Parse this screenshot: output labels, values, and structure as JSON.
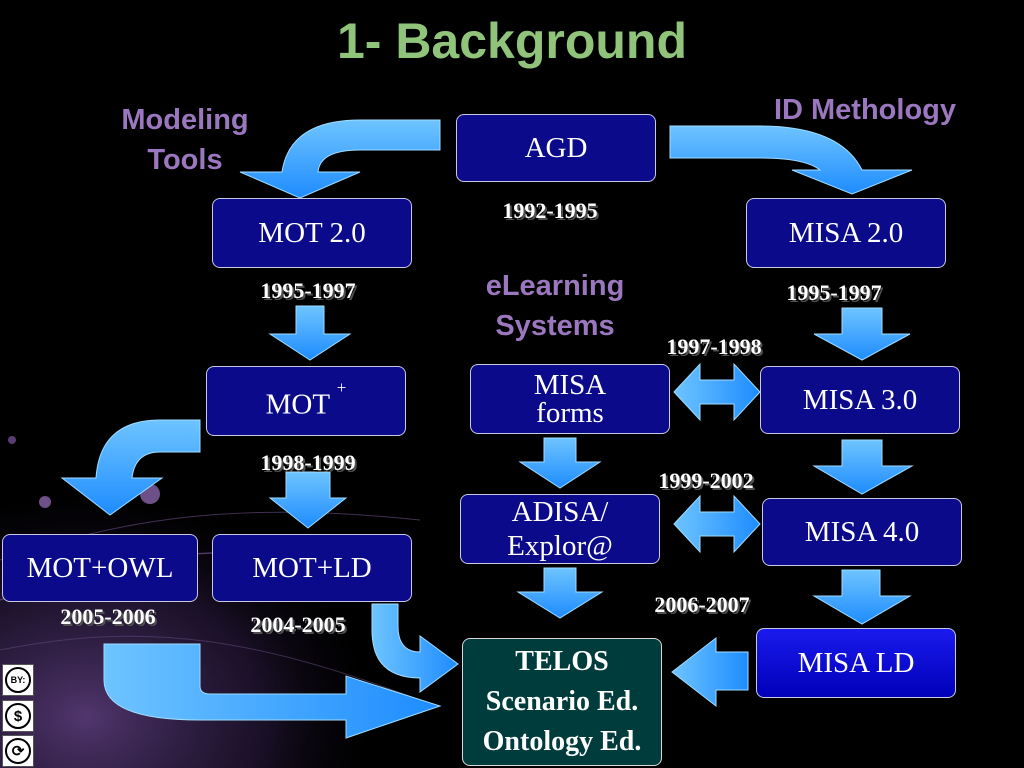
{
  "title": "1- Background",
  "labels": {
    "modeling_tools": "Modeling\nTools",
    "id_methology": "ID Methology",
    "elearning_systems": "eLearning\nSystems"
  },
  "nodes": {
    "agd": "AGD",
    "mot20": "MOT 2.0",
    "misa20": "MISA 2.0",
    "motplus": "MOT",
    "motplus_sup": "+",
    "misa_forms": "MISA\nforms",
    "misa30": "MISA 3.0",
    "mot_owl": "MOT+OWL",
    "mot_ld": "MOT+LD",
    "adisa": "ADISA/\nExplor@",
    "misa40": "MISA 4.0",
    "misa_ld": "MISA LD",
    "telos": "TELOS\nScenario Ed.\nOntology Ed."
  },
  "years": {
    "agd": "1992-1995",
    "mot20": "1995-1997",
    "misa20": "1995-1997",
    "forms_misa3": "1997-1998",
    "motplus": "1998-1999",
    "adisa_misa4": "1999-2002",
    "mot_owl": "2005-2006",
    "mot_ld": "2004-2005",
    "misa_ld": "2006-2007"
  },
  "license_icons": [
    "BY:",
    "$",
    "⟳"
  ],
  "colors": {
    "title": "#8fc47a",
    "label": "#9b77bf",
    "box": "#0a0a8a",
    "arrow": "#3fa9ff",
    "telos": "#003c3c"
  }
}
